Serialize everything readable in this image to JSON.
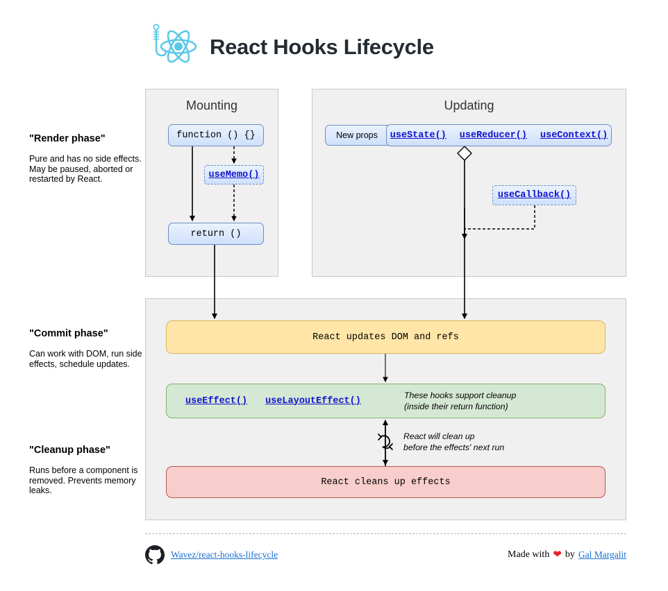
{
  "header": {
    "title": "React Hooks Lifecycle",
    "logo_icon": "react-hook-atom-icon"
  },
  "phases": [
    {
      "title": "\"Render phase\"",
      "description": "Pure and has no side effects. May be paused, aborted or restarted by React."
    },
    {
      "title": "\"Commit phase\"",
      "description": "Can work with DOM, run side effects, schedule updates."
    },
    {
      "title": "\"Cleanup phase\"",
      "description": "Runs before a component is removed. Prevents memory leaks."
    }
  ],
  "panels": {
    "mounting": {
      "title": "Mounting",
      "nodes": {
        "function": "function () {}",
        "usememo": "useMemo()",
        "return": "return ()"
      }
    },
    "updating": {
      "title": "Updating",
      "nodes": {
        "new_props": "New props",
        "hooks": [
          "useState()",
          "useReducer()",
          "useContext()"
        ],
        "usecallback": "useCallback()"
      }
    },
    "commit": {
      "nodes": {
        "updates_dom": "React updates DOM and refs",
        "effect_hooks": [
          "useEffect()",
          "useLayoutEffect()"
        ],
        "cleans_up": "React cleans up effects"
      },
      "annotations": {
        "support_cleanup_line1": "These hooks support cleanup",
        "support_cleanup_line2": "(inside their return function)",
        "will_clean_line1": "React will clean up",
        "will_clean_line2": "before the effects' next run"
      }
    }
  },
  "footer": {
    "repo_link": "Wavez/react-hooks-lifecycle",
    "github_icon": "github-icon",
    "made_with": "Made with",
    "heart_icon": "heart-icon",
    "by": "by",
    "author": "Gal Margalit"
  },
  "colors": {
    "react_blue": "#5bc8e8",
    "title_dark": "#242b33",
    "panel_bg": "#f0f0f0",
    "panel_border": "#c8c8c8",
    "node_blue_fill": "#cfe0fb",
    "node_blue_border": "#6c8ebf",
    "yellow_fill": "#ffe6a8",
    "yellow_border": "#d6b656",
    "green_fill": "#d5e8d4",
    "green_border": "#82b366",
    "red_fill": "#f8cecc",
    "red_border": "#b85450",
    "link_blue": "#1111cc",
    "footer_link": "#1a6fd4",
    "heart_red": "#e8202a"
  }
}
